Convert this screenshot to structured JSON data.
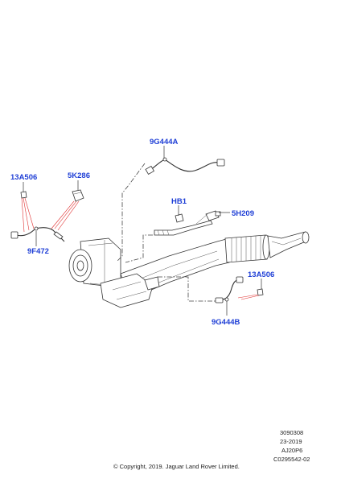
{
  "callouts": {
    "c9G444A": "9G444A",
    "c13A506_left": "13A506",
    "c5K286": "5K286",
    "cHB1": "HB1",
    "c5H209": "5H209",
    "c9F472": "9F472",
    "c13A506_right": "13A506",
    "c9G444B": "9G444B"
  },
  "reference": {
    "line1": "3090308",
    "line2": "23-2019",
    "line3": "AJ20P6",
    "line4": "C0295542-02"
  },
  "copyright": "© Copyright, 2019. Jaguar Land Rover Limited.",
  "colors": {
    "callout": "#1f3fd6",
    "leader_red": "#e03030",
    "line": "#333333"
  }
}
